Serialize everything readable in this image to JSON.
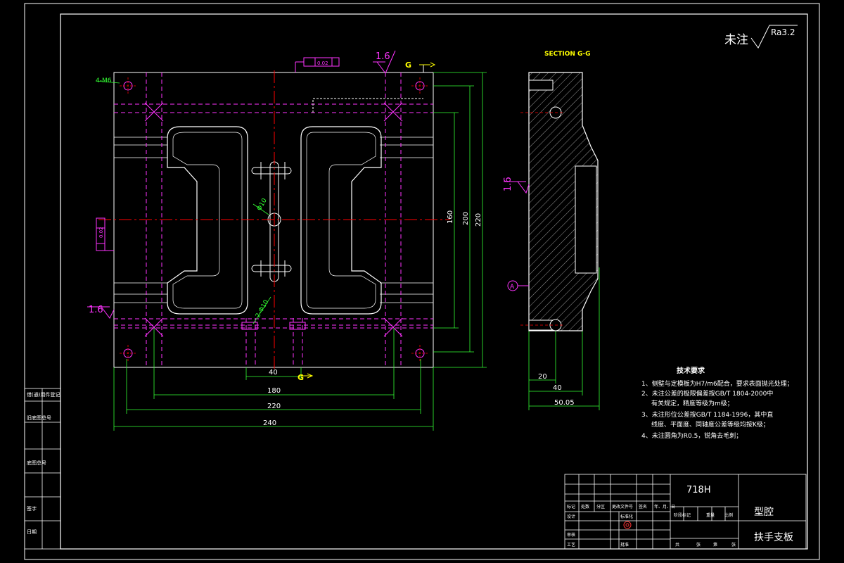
{
  "roughness_note": {
    "prefix": "未注",
    "value": "Ra3.2"
  },
  "section_label": "SECTION G-G",
  "view_labels": {
    "cut_left": "G",
    "cut_bottom": "G",
    "datum": "A"
  },
  "surface_finish": {
    "top": "1.6",
    "left": "1.6",
    "section": "1.6"
  },
  "tolerance_frames": {
    "top": "0.02",
    "left": "0.02"
  },
  "hole_callouts": {
    "corner_holes": "4-M6",
    "center_hole": "Φ10",
    "pin_holes": "2-Φ10"
  },
  "dimensions": {
    "d40": "40",
    "d180": "180",
    "d220": "220",
    "d240": "240",
    "v160": "160",
    "v200": "200",
    "v220": "220",
    "s20": "20",
    "s40": "40",
    "s50": "50.05"
  },
  "tech_requirements": {
    "title": "技术要求",
    "items": [
      "1、侧壁与定模板为H7/m6配合，要求表面抛光处理；",
      "2、未注公差的极限偏差按GB/T 1804-2000中",
      "有关规定，精度等级为m级；",
      "3、未注形位公差按GB/T 1184-1996，其中直",
      "线度、平面度、同轴度公差等级均按K级；",
      "4、未注圆角为R0.5，锐角去毛刺；"
    ]
  },
  "title_block": {
    "material": "718H",
    "part_type": "型腔",
    "part_name": "扶手支板",
    "row_labels": [
      "标记",
      "处数",
      "分区",
      "更改文件号",
      "签名",
      "年、月、日"
    ],
    "design": "设计",
    "standard": "标准化",
    "review": "审核",
    "process": "工艺",
    "approve": "批准",
    "stage_labels": [
      "阶段标记",
      "重量",
      "比例"
    ],
    "sheet_labels": [
      "共",
      "张",
      "第",
      "张"
    ]
  },
  "side_stamp_labels": [
    "借(通)用件登记",
    "旧底图总号",
    "底图总号",
    "签字",
    "日期"
  ]
}
